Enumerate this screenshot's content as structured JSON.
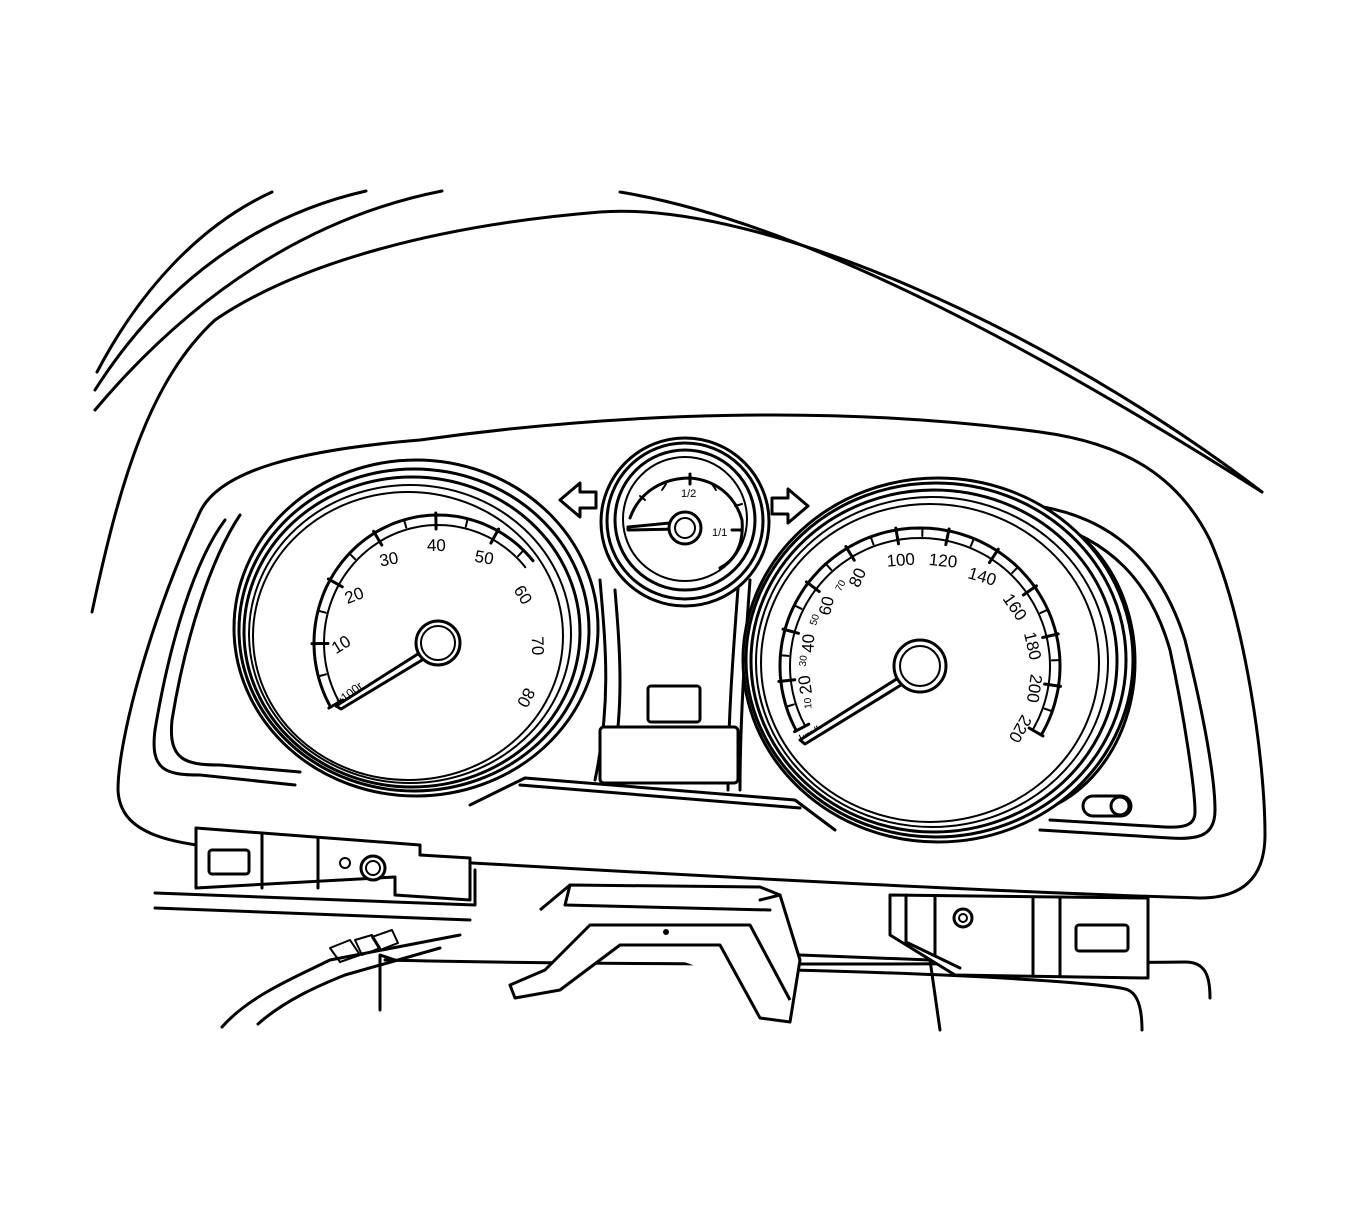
{
  "tachometer": {
    "unit": "x100r",
    "labels": [
      "10",
      "20",
      "30",
      "40",
      "50",
      "60",
      "70",
      "80"
    ]
  },
  "fuel_gauge": {
    "labels": [
      "1/2",
      "1/1"
    ]
  },
  "speedometer": {
    "unit": "km/h",
    "major_labels": [
      "20",
      "40",
      "60",
      "80",
      "100",
      "120",
      "140",
      "160",
      "180",
      "200",
      "220"
    ],
    "minor_labels": [
      "10",
      "30",
      "50",
      "70"
    ]
  }
}
